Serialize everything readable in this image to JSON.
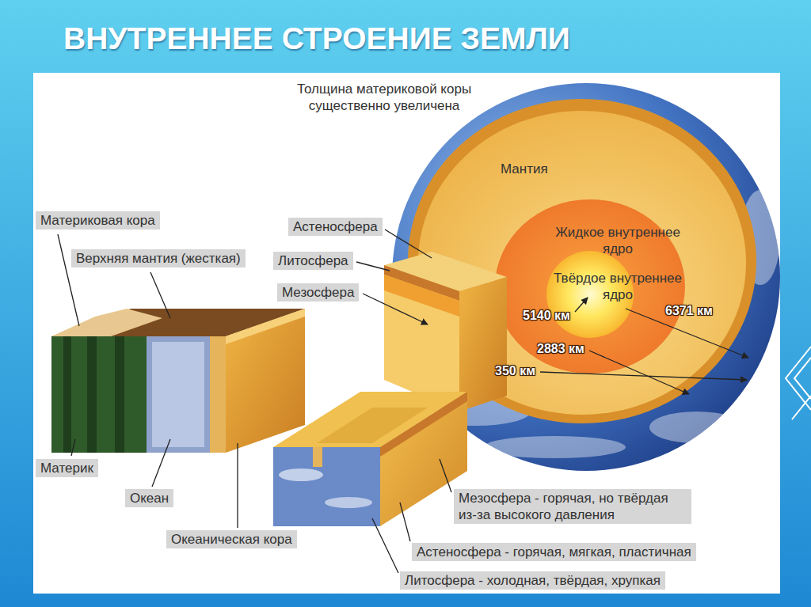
{
  "diagram": {
    "title": "ВНУТРЕННЕЕ СТРОЕНИЕ ЗЕМЛИ",
    "labels": [
      "Толщина материковой коры существенно увеличена",
      "Мантия",
      "Материковая кора",
      "Верхняя мантия (жесткая)",
      "Астеносфера",
      "Литосфера",
      "Мезосфера",
      "Жидкое внутреннее ядро",
      "Твёрдое внутреннее ядро",
      "5140 км",
      "6371 км",
      "2883 км",
      "350 км",
      "Материк",
      "Океан",
      "Океаническая кора",
      "Мезосфера - горячая, но твёрдая из-за высокого давления",
      "Астеносфера - горячая, мягкая, пластичная",
      "Литосфера - холодная, твёрдая, хрупкая"
    ]
  }
}
